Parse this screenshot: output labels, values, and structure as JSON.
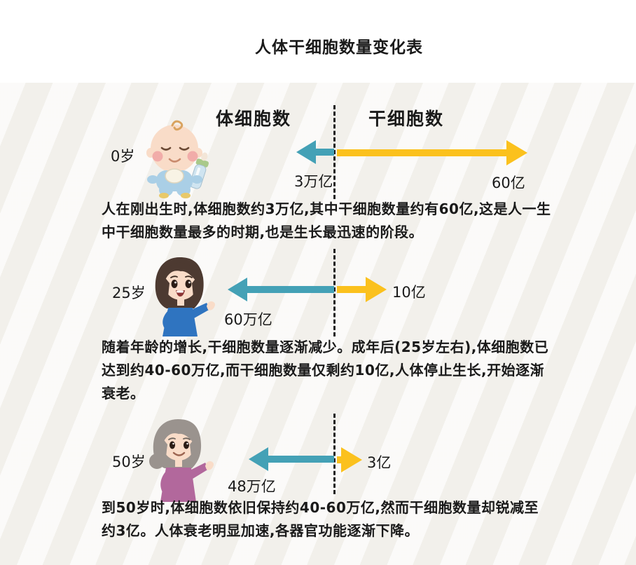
{
  "title": "人体干细胞数量变化表",
  "columns": {
    "left": "体细胞数",
    "right": "干细胞数"
  },
  "colors": {
    "somatic_arrow": "#44a1b6",
    "stem_arrow": "#fbc11d",
    "text": "#1a1a1a",
    "panel_background": "#f6f5f1"
  },
  "rows": [
    {
      "age": "0岁",
      "figure": "baby-illustration",
      "somatic_value": "3万亿",
      "stem_value": "60亿",
      "description": "人在刚出生时,体细胞数约3万亿,其中干细胞数量约有60亿,这是人一生中干细胞数量最多的时期,也是生长最迅速的阶段。"
    },
    {
      "age": "25岁",
      "figure": "young-woman-illustration",
      "somatic_value": "60万亿",
      "stem_value": "10亿",
      "description": "随着年龄的增长,干细胞数量逐渐减少。成年后(25岁左右),体细胞数已达到约40-60万亿,而干细胞数量仅剩约10亿,人体停止生长,开始逐渐衰老。"
    },
    {
      "age": "50岁",
      "figure": "elderly-woman-illustration",
      "somatic_value": "48万亿",
      "stem_value": "3亿",
      "description": "到50岁时,体细胞数依旧保持约40-60万亿,然而干细胞数量却锐减至约3亿。人体衰老明显加速,各器官功能逐渐下降。"
    }
  ],
  "chart_data": {
    "type": "table",
    "title": "人体干细胞数量变化表",
    "categories": [
      "0岁",
      "25岁",
      "50岁"
    ],
    "series": [
      {
        "name": "体细胞数",
        "values": [
          "3万亿",
          "60万亿",
          "48万亿"
        ]
      },
      {
        "name": "干细胞数",
        "values": [
          "60亿",
          "10亿",
          "3亿"
        ]
      }
    ],
    "layout": "somatic arrows point left (teal), stem arrows point right (yellow); arrow length encodes relative quantity"
  }
}
